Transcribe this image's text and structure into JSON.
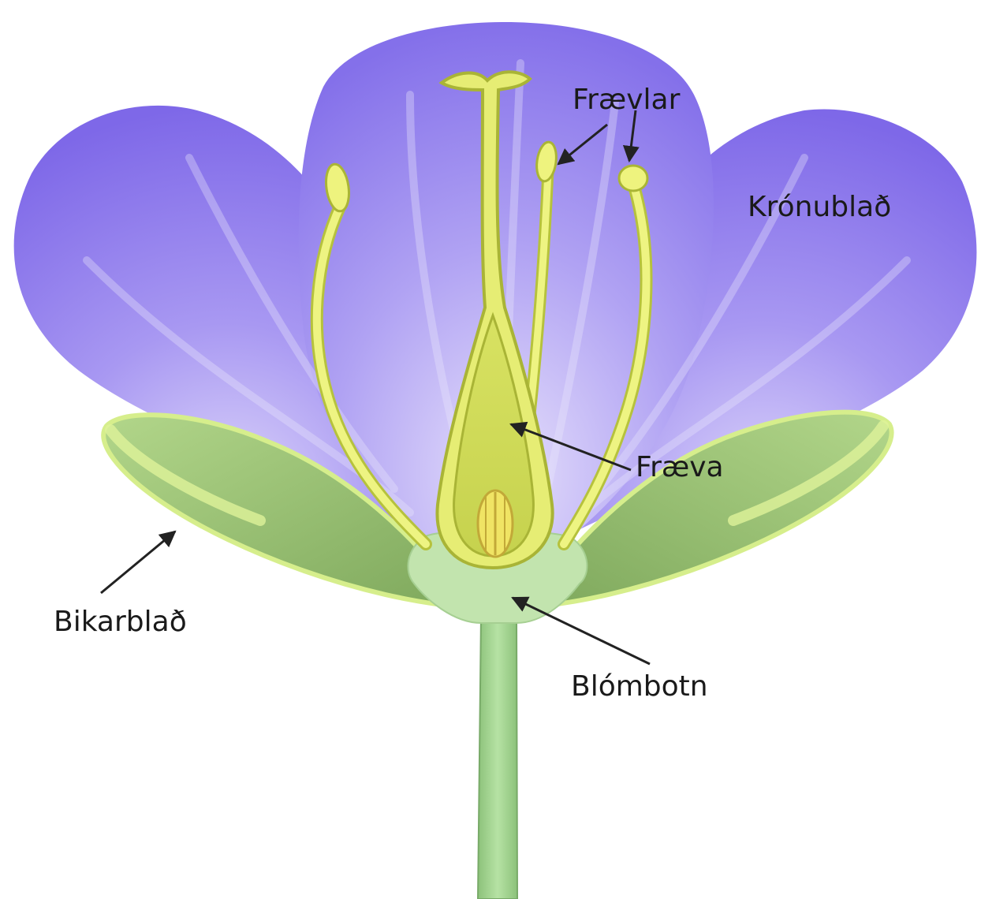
{
  "labels": {
    "fraevlar": "Frævlar",
    "kronublad": "Krónublað",
    "fraeva": "Fræva",
    "bikarblad": "Bikarblað",
    "blombotn": "Blómbotn"
  },
  "colors": {
    "petal": "#8b78ec",
    "petal_light": "#cdc4f6",
    "sepal": "#98c074",
    "sepal_rim": "#d6ee8c",
    "stem": "#a8d896",
    "pistil": "#dfe86a",
    "stamen": "#eaf27c",
    "receptacle": "#c0e4ae",
    "arrow": "#222222"
  }
}
